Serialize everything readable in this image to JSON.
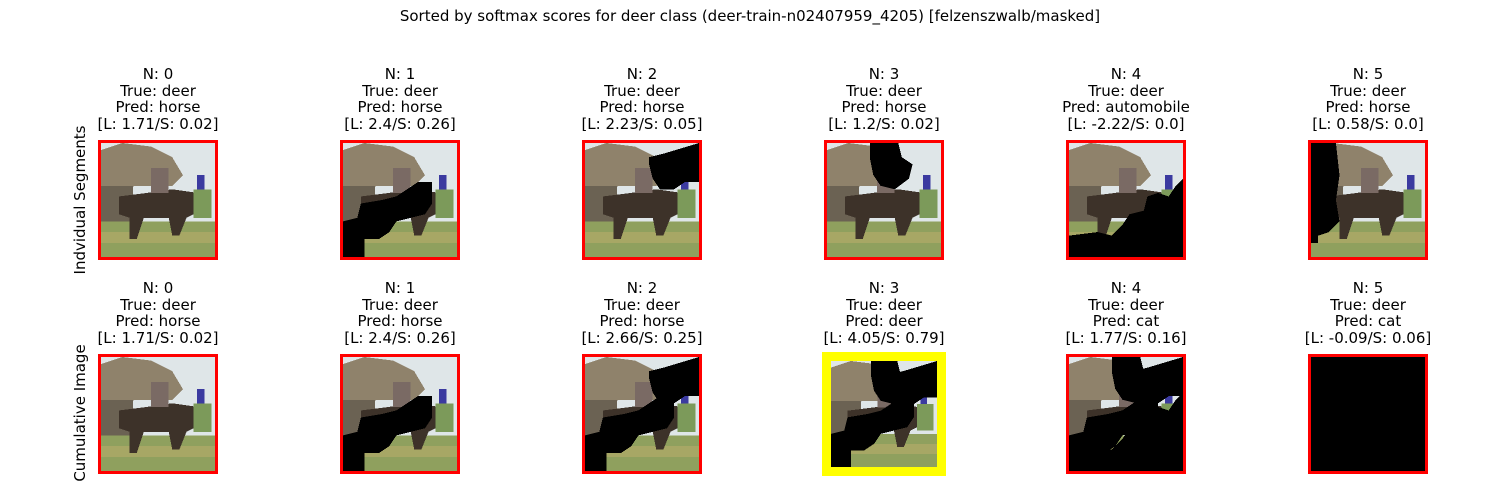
{
  "figure": {
    "title": "Sorted by softmax scores for deer class (deer-train-n02407959_4205) [felzenszwalb/masked]"
  },
  "colors": {
    "frame_default": "#ff0000",
    "frame_best": "#ffff00",
    "mask": "#000000"
  },
  "rows": [
    {
      "label": "Indvidual Segments",
      "panels": [
        {
          "n": "N: 0",
          "true_label": "True: deer",
          "pred": "Pred: horse",
          "scores": "[L: 1.71/S: 0.02]",
          "masked_regions": []
        },
        {
          "n": "N: 1",
          "true_label": "True: deer",
          "pred": "Pred: horse",
          "scores": "[L: 2.4/S: 0.26]",
          "masked_regions": [
            "body"
          ]
        },
        {
          "n": "N: 2",
          "true_label": "True: deer",
          "pred": "Pred: horse",
          "scores": "[L: 2.23/S: 0.05]",
          "masked_regions": [
            "top-right"
          ]
        },
        {
          "n": "N: 3",
          "true_label": "True: deer",
          "pred": "Pred: horse",
          "scores": "[L: 1.2/S: 0.02]",
          "masked_regions": [
            "upper-middle"
          ]
        },
        {
          "n": "N: 4",
          "true_label": "True: deer",
          "pred": "Pred: automobile",
          "scores": "[L: -2.22/S: 0.0]",
          "masked_regions": [
            "bottom"
          ]
        },
        {
          "n": "N: 5",
          "true_label": "True: deer",
          "pred": "Pred: horse",
          "scores": "[L: 0.58/S: 0.0]",
          "masked_regions": [
            "left"
          ]
        }
      ]
    },
    {
      "label": "Cumulative Image",
      "panels": [
        {
          "n": "N: 0",
          "true_label": "True: deer",
          "pred": "Pred: horse",
          "scores": "[L: 1.71/S: 0.02]",
          "masked_regions": [],
          "best": false
        },
        {
          "n": "N: 1",
          "true_label": "True: deer",
          "pred": "Pred: horse",
          "scores": "[L: 2.4/S: 0.26]",
          "masked_regions": [
            "body"
          ],
          "best": false
        },
        {
          "n": "N: 2",
          "true_label": "True: deer",
          "pred": "Pred: horse",
          "scores": "[L: 2.66/S: 0.25]",
          "masked_regions": [
            "body",
            "top-right"
          ],
          "best": false
        },
        {
          "n": "N: 3",
          "true_label": "True: deer",
          "pred": "Pred: deer",
          "scores": "[L: 4.05/S: 0.79]",
          "masked_regions": [
            "body",
            "top-right",
            "upper-middle"
          ],
          "best": true
        },
        {
          "n": "N: 4",
          "true_label": "True: deer",
          "pred": "Pred: cat",
          "scores": "[L: 1.77/S: 0.16]",
          "masked_regions": [
            "body",
            "top-right",
            "upper-middle",
            "bottom"
          ],
          "best": false
        },
        {
          "n": "N: 5",
          "true_label": "True: deer",
          "pred": "Pred: cat",
          "scores": "[L: -0.09/S: 0.06]",
          "masked_regions": [
            "all"
          ],
          "best": false
        }
      ]
    }
  ]
}
